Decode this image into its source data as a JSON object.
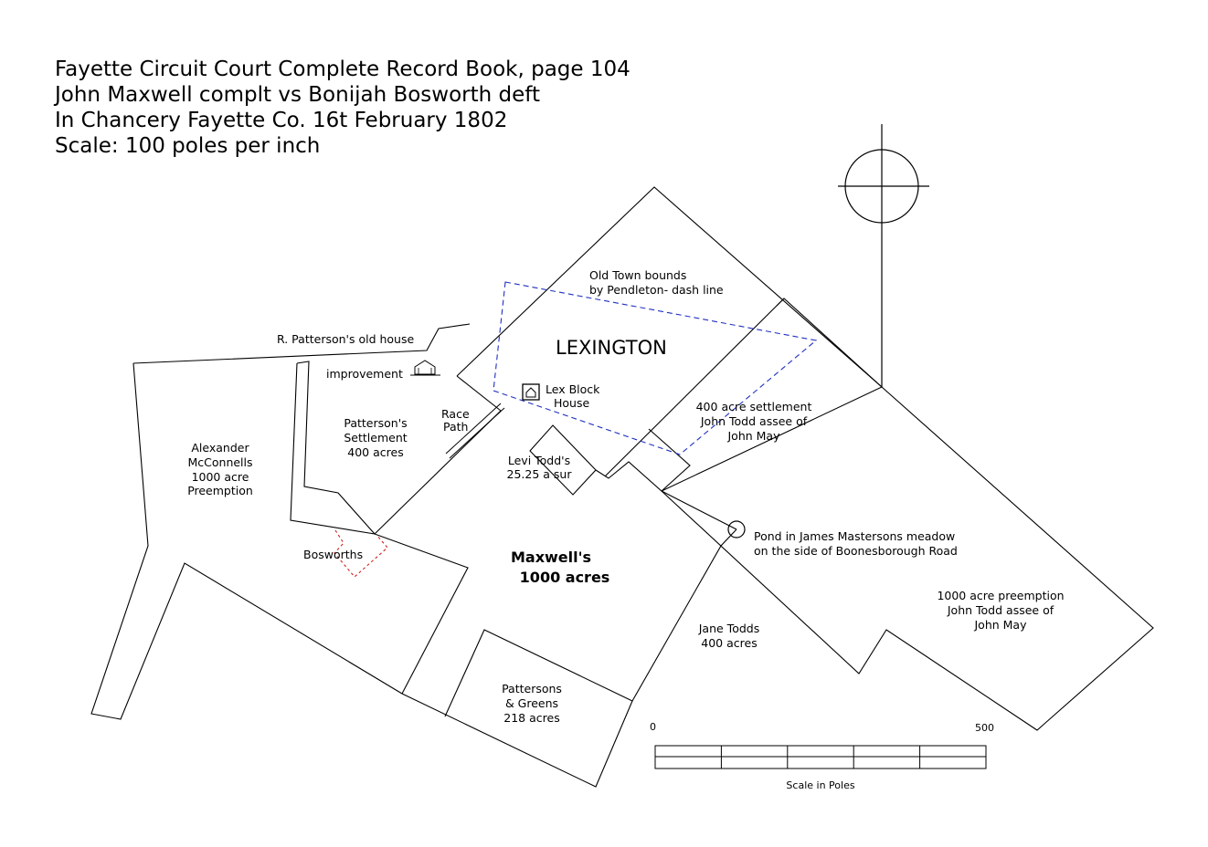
{
  "title": {
    "line1": "Fayette Circuit Court Complete Record Book, page 104",
    "line2": "John Maxwell complt vs Bonijah Bosworth deft",
    "line3": "In Chancery Fayette Co. 16t February 1802",
    "line4": "Scale: 100 poles per inch"
  },
  "labels": {
    "old_town_1": "Old Town bounds",
    "old_town_2": "by Pendleton- dash line",
    "patterson_house": "R. Patterson's old house",
    "improvement": "improvement",
    "lexington": "LEXINGTON",
    "block_house_1": "Lex Block",
    "block_house_2": "House",
    "race_1": "Race",
    "race_2": "Path",
    "patterson_settlement_1": "Patterson's",
    "patterson_settlement_2": "Settlement",
    "patterson_settlement_3": "400 acres",
    "todd_settlement_1": "400 acre settlement",
    "todd_settlement_2": "John Todd assee of",
    "todd_settlement_3": "John May",
    "levi_1": "Levi Todd's",
    "levi_2": "25.25 a sur",
    "mcconnells_1": "Alexander",
    "mcconnells_2": "McConnells",
    "mcconnells_3": "1000 acre",
    "mcconnells_4": "Preemption",
    "bosworths": "Bosworths",
    "maxwell_1": "Maxwell's",
    "maxwell_2": "1000 acres",
    "pond_1": "Pond in James Mastersons meadow",
    "pond_2": "on the side of Boonesborough Road",
    "preemption_1": "1000 acre preemption",
    "preemption_2": "John Todd assee of",
    "preemption_3": "John May",
    "jane_1": "Jane Todds",
    "jane_2": "400 acres",
    "greens_1": "Pattersons",
    "greens_2": "& Greens",
    "greens_3": "218 acres"
  },
  "scale_bar": {
    "min_label": "0",
    "max_label": "500",
    "caption": "Scale in Poles",
    "min_value": 0,
    "max_value": 500,
    "divisions": 5
  },
  "colors": {
    "line": "#000000",
    "old_town_dash": "#2030c0",
    "bosworth_dash": "#d02020"
  },
  "icons": [
    "compass-rose-icon",
    "house-icon",
    "block-house-icon",
    "pond-circle-icon"
  ]
}
